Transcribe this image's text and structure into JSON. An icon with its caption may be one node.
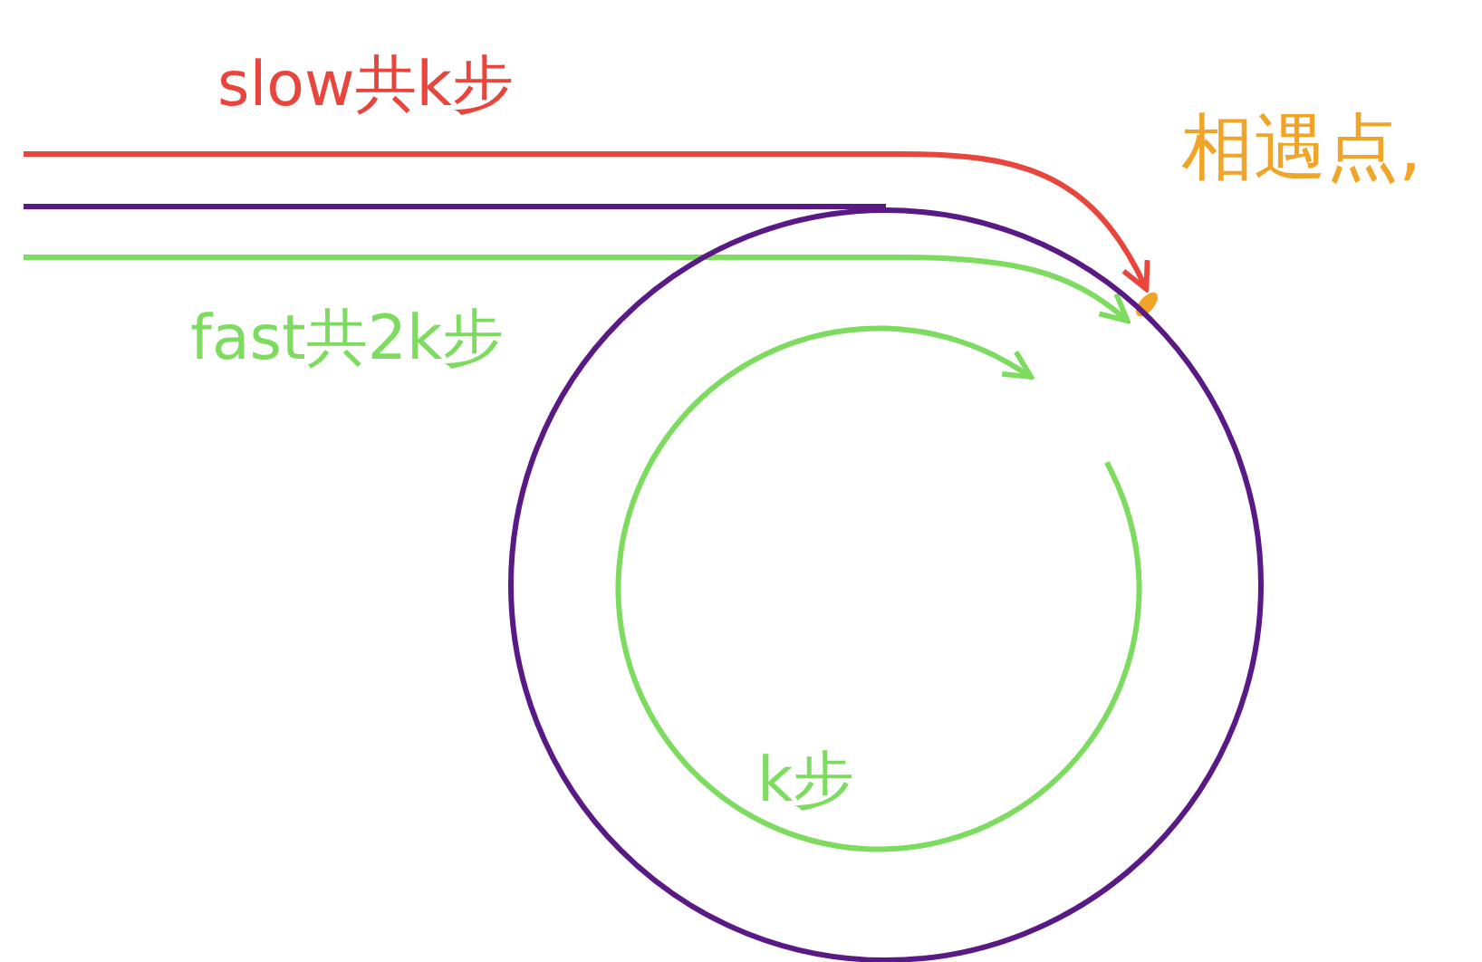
{
  "diagram": {
    "nodes": [
      {
        "text": [],
        "shape": "bar"
      },
      {
        "text": [],
        "shape": "circle"
      }
    ],
    "edges": [
      {
        "from": null,
        "to": 0,
        "arrow": "to",
        "label": "slow共k步",
        "color": "#e8453c"
      },
      {
        "from": null,
        "to": 0,
        "arrow": "to",
        "label": "fast共2k步",
        "color": "#7ddc5f"
      },
      {
        "from": null,
        "to": 1,
        "arrow": "none",
        "color": "#5a1a86"
      }
    ],
    "labels": [
      "相遇点,",
      "k步"
    ]
  }
}
